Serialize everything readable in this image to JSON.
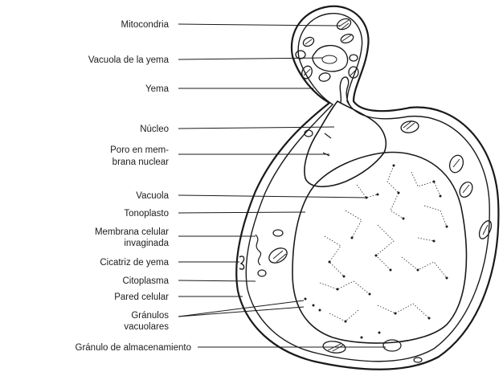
{
  "diagram": {
    "labels": {
      "mitocondria": "Mitocondria",
      "vacuola_yema": "Vacuola de la yema",
      "yema": "Yema",
      "nucleo": "Núcleo",
      "poro_1": "Poro en mem-",
      "poro_2": "brana nuclear",
      "vacuola": "Vacuola",
      "tonoplasto": "Tonoplasto",
      "membrana_1": "Membrana celular",
      "membrana_2": "invaginada",
      "cicatriz": "Cicatriz de yema",
      "citoplasma": "Citoplasma",
      "pared": "Pared celular",
      "granulos_1": "Gránulos",
      "granulos_2": "vacuolares",
      "granulo_almacenamiento": "Gránulo de almacenamiento"
    }
  }
}
